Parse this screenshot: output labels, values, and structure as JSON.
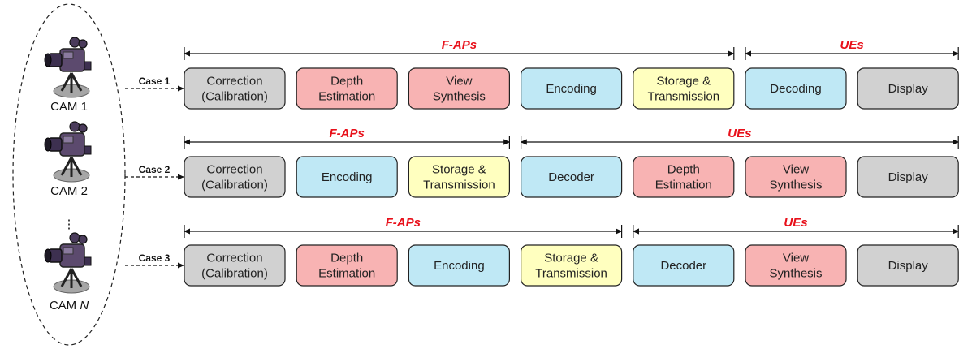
{
  "colors": {
    "gray": "#d1d1d1",
    "red": "#f8b3b3",
    "blue": "#bfe8f5",
    "yellow": "#ffffbf",
    "span_text": "#e8101a"
  },
  "cameras": {
    "items": [
      {
        "label": "CAM 1",
        "icon": "video-camera-icon"
      },
      {
        "label": "CAM 2",
        "icon": "video-camera-icon"
      },
      {
        "label": "CAM N",
        "icon": "video-camera-icon"
      }
    ],
    "ellipsis": "⋮"
  },
  "cases": [
    {
      "label": "Case 1",
      "spans": [
        {
          "label": "F-APs",
          "from": 0,
          "to": 4
        },
        {
          "label": "UEs",
          "from": 5,
          "to": 6
        }
      ],
      "stages": [
        {
          "lines": [
            "Correction",
            "(Calibration)"
          ],
          "color": "gray"
        },
        {
          "lines": [
            "Depth",
            "Estimation"
          ],
          "color": "red"
        },
        {
          "lines": [
            "View",
            "Synthesis"
          ],
          "color": "red"
        },
        {
          "lines": [
            "Encoding"
          ],
          "color": "blue"
        },
        {
          "lines": [
            "Storage &",
            "Transmission"
          ],
          "color": "yellow"
        },
        {
          "lines": [
            "Decoding"
          ],
          "color": "blue"
        },
        {
          "lines": [
            "Display"
          ],
          "color": "gray"
        }
      ]
    },
    {
      "label": "Case 2",
      "spans": [
        {
          "label": "F-APs",
          "from": 0,
          "to": 2
        },
        {
          "label": "UEs",
          "from": 3,
          "to": 6
        }
      ],
      "stages": [
        {
          "lines": [
            "Correction",
            "(Calibration)"
          ],
          "color": "gray"
        },
        {
          "lines": [
            "Encoding"
          ],
          "color": "blue"
        },
        {
          "lines": [
            "Storage &",
            "Transmission"
          ],
          "color": "yellow"
        },
        {
          "lines": [
            "Decoder"
          ],
          "color": "blue"
        },
        {
          "lines": [
            "Depth",
            "Estimation"
          ],
          "color": "red"
        },
        {
          "lines": [
            "View",
            "Synthesis"
          ],
          "color": "red"
        },
        {
          "lines": [
            "Display"
          ],
          "color": "gray"
        }
      ]
    },
    {
      "label": "Case 3",
      "spans": [
        {
          "label": "F-APs",
          "from": 0,
          "to": 3
        },
        {
          "label": "UEs",
          "from": 4,
          "to": 6
        }
      ],
      "stages": [
        {
          "lines": [
            "Correction",
            "(Calibration)"
          ],
          "color": "gray"
        },
        {
          "lines": [
            "Depth",
            "Estimation"
          ],
          "color": "red"
        },
        {
          "lines": [
            "Encoding"
          ],
          "color": "blue"
        },
        {
          "lines": [
            "Storage &",
            "Transmission"
          ],
          "color": "yellow"
        },
        {
          "lines": [
            "Decoder"
          ],
          "color": "blue"
        },
        {
          "lines": [
            "View",
            "Synthesis"
          ],
          "color": "red"
        },
        {
          "lines": [
            "Display"
          ],
          "color": "gray"
        }
      ]
    }
  ]
}
